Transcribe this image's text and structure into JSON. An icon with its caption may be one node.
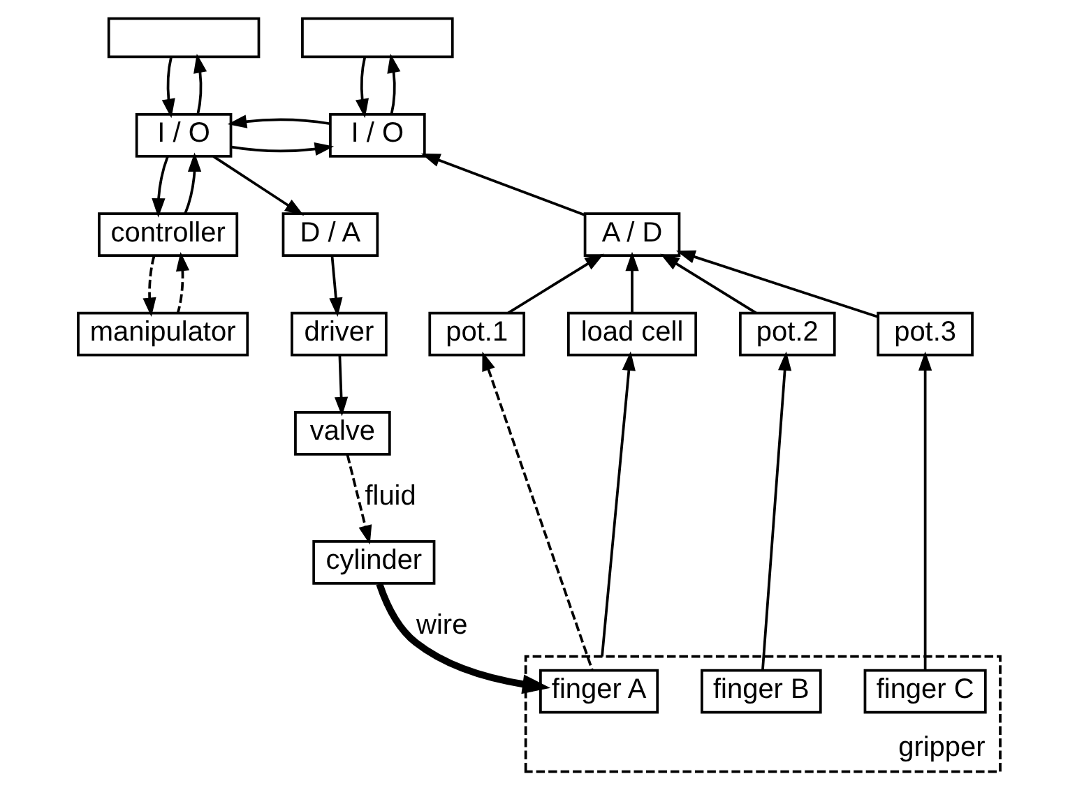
{
  "diagram": {
    "nodes": [
      {
        "text": [],
        "shape": "box"
      },
      {
        "text": [
          "I / O"
        ]
      },
      {
        "text": [
          "controller"
        ]
      },
      {
        "text": [
          "manipulator"
        ]
      },
      {
        "text": [
          "D / A"
        ]
      },
      {
        "text": [
          "driver"
        ]
      },
      {
        "text": [
          "valve"
        ]
      },
      {
        "text": [
          "cylinder"
        ]
      },
      {
        "text": [],
        "shape": "box"
      },
      {
        "text": [
          "I / O"
        ]
      },
      {
        "text": [
          "A / D"
        ]
      },
      {
        "text": [
          "pot.1"
        ]
      },
      {
        "text": [
          "pot.2"
        ]
      },
      {
        "text": [
          "pot.3"
        ]
      },
      {
        "text": [
          "load cell"
        ]
      },
      {
        "text": [
          "gripper"
        ]
      },
      {
        "text": [
          "finger A"
        ],
        "in": 15
      },
      {
        "text": [
          "finger B"
        ],
        "in": 15
      },
      {
        "text": [
          "finger C"
        ],
        "in": 15
      }
    ],
    "edges": [
      {
        "from": 0,
        "to": 1,
        "arrow": "to"
      },
      {
        "from": 1,
        "to": 0,
        "arrow": "to"
      },
      {
        "from": 1,
        "to": 2,
        "arrow": "to"
      },
      {
        "from": 2,
        "to": 1,
        "arrow": "to"
      },
      {
        "from": 1,
        "to": 9,
        "arrow": "to"
      },
      {
        "from": 9,
        "to": 1,
        "arrow": "to"
      },
      {
        "from": 1,
        "to": 4,
        "arrow": "to"
      },
      {
        "from": 2,
        "to": 3,
        "arrow": "to",
        "style": "dashed"
      },
      {
        "from": 3,
        "to": 2,
        "arrow": "to",
        "style": "dashed"
      },
      {
        "from": 4,
        "to": 5,
        "arrow": "to"
      },
      {
        "from": 5,
        "to": 6,
        "arrow": "to"
      },
      {
        "from": 6,
        "to": 7,
        "arrow": "to",
        "style": "dashed",
        "label": "fluid"
      },
      {
        "from": 7,
        "to": 16,
        "arrow": "to",
        "style": "thick",
        "label": "wire"
      },
      {
        "from": 8,
        "to": 9,
        "arrow": "to"
      },
      {
        "from": 9,
        "to": 8,
        "arrow": "to"
      },
      {
        "from": 10,
        "to": 9,
        "arrow": "to"
      },
      {
        "from": 11,
        "to": 10,
        "arrow": "to"
      },
      {
        "from": 12,
        "to": 10,
        "arrow": "to"
      },
      {
        "from": 13,
        "to": 10,
        "arrow": "to"
      },
      {
        "from": 14,
        "to": 10,
        "arrow": "to"
      },
      {
        "from": 16,
        "to": 11,
        "arrow": "to",
        "style": "dashed"
      },
      {
        "from": 17,
        "to": 12,
        "arrow": "to"
      },
      {
        "from": 18,
        "to": 13,
        "arrow": "to"
      },
      {
        "from": 15,
        "to": 14,
        "arrow": "to"
      }
    ]
  }
}
